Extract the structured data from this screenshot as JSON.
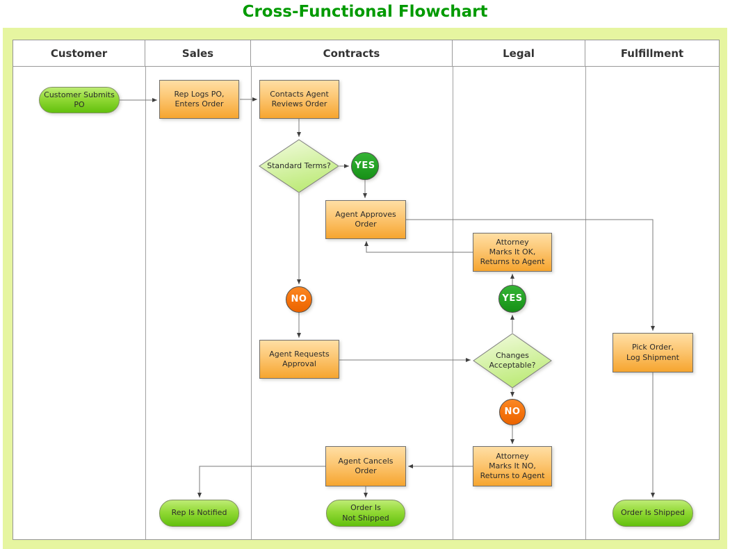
{
  "title": "Cross-Functional Flowchart",
  "lanes": [
    {
      "label": "Customer"
    },
    {
      "label": "Sales"
    },
    {
      "label": "Contracts"
    },
    {
      "label": "Legal"
    },
    {
      "label": "Fulfillment"
    }
  ],
  "nodes": {
    "customer_submits_po": {
      "type": "terminator",
      "lane": "Customer",
      "label": "Customer Submits\nPO"
    },
    "rep_logs_po": {
      "type": "process",
      "lane": "Sales",
      "label": "Rep Logs PO,\nEnters Order"
    },
    "contacts_agent_reviews": {
      "type": "process",
      "lane": "Contracts",
      "label": "Contacts Agent\nReviews Order"
    },
    "standard_terms": {
      "type": "decision",
      "lane": "Contracts",
      "label": "Standard Terms?"
    },
    "standard_terms_yes": {
      "type": "connector",
      "lane": "Contracts",
      "label": "YES"
    },
    "standard_terms_no": {
      "type": "connector",
      "lane": "Contracts",
      "label": "NO"
    },
    "agent_approves_order": {
      "type": "process",
      "lane": "Contracts",
      "label": "Agent Approves\nOrder"
    },
    "attorney_marks_ok": {
      "type": "process",
      "lane": "Legal",
      "label": "Attorney\nMarks It OK,\nReturns to Agent"
    },
    "changes_acceptable_yes": {
      "type": "connector",
      "lane": "Legal",
      "label": "YES"
    },
    "agent_requests_approval": {
      "type": "process",
      "lane": "Contracts",
      "label": "Agent Requests\nApproval"
    },
    "changes_acceptable": {
      "type": "decision",
      "lane": "Legal",
      "label": "Changes\nAcceptable?"
    },
    "changes_acceptable_no": {
      "type": "connector",
      "lane": "Legal",
      "label": "NO"
    },
    "pick_order_log_shipment": {
      "type": "process",
      "lane": "Fulfillment",
      "label": "Pick Order,\nLog Shipment"
    },
    "attorney_marks_no": {
      "type": "process",
      "lane": "Legal",
      "label": "Attorney\nMarks It NO,\nReturns to Agent"
    },
    "agent_cancels_order": {
      "type": "process",
      "lane": "Contracts",
      "label": "Agent Cancels\nOrder"
    },
    "rep_is_notified": {
      "type": "terminator",
      "lane": "Sales",
      "label": "Rep Is Notified"
    },
    "order_not_shipped": {
      "type": "terminator",
      "lane": "Contracts",
      "label": "Order Is\nNot Shipped"
    },
    "order_is_shipped": {
      "type": "terminator",
      "lane": "Fulfillment",
      "label": "Order Is Shipped"
    }
  },
  "connections": [
    {
      "from": "customer_submits_po",
      "to": "rep_logs_po"
    },
    {
      "from": "rep_logs_po",
      "to": "contacts_agent_reviews"
    },
    {
      "from": "contacts_agent_reviews",
      "to": "standard_terms"
    },
    {
      "from": "standard_terms",
      "to": "standard_terms_yes"
    },
    {
      "from": "standard_terms_yes",
      "to": "agent_approves_order"
    },
    {
      "from": "standard_terms",
      "to": "standard_terms_no"
    },
    {
      "from": "standard_terms_no",
      "to": "agent_requests_approval"
    },
    {
      "from": "agent_approves_order",
      "to": "pick_order_log_shipment"
    },
    {
      "from": "attorney_marks_ok",
      "to": "agent_approves_order"
    },
    {
      "from": "changes_acceptable_yes",
      "to": "attorney_marks_ok"
    },
    {
      "from": "changes_acceptable",
      "to": "changes_acceptable_yes"
    },
    {
      "from": "agent_requests_approval",
      "to": "changes_acceptable"
    },
    {
      "from": "changes_acceptable",
      "to": "changes_acceptable_no"
    },
    {
      "from": "changes_acceptable_no",
      "to": "attorney_marks_no"
    },
    {
      "from": "attorney_marks_no",
      "to": "agent_cancels_order"
    },
    {
      "from": "agent_cancels_order",
      "to": "rep_is_notified"
    },
    {
      "from": "agent_cancels_order",
      "to": "order_not_shipped"
    },
    {
      "from": "pick_order_log_shipment",
      "to": "order_is_shipped"
    }
  ],
  "colors": {
    "title_green": "#009a00",
    "panel_background": "#e6f5a0",
    "process_orange": "#f6a52f",
    "terminator_green": "#76c919",
    "decision_green": "#cdee93",
    "yes_circle": "#23a123",
    "no_circle": "#f4720c",
    "line_gray": "#7a7a7a"
  }
}
